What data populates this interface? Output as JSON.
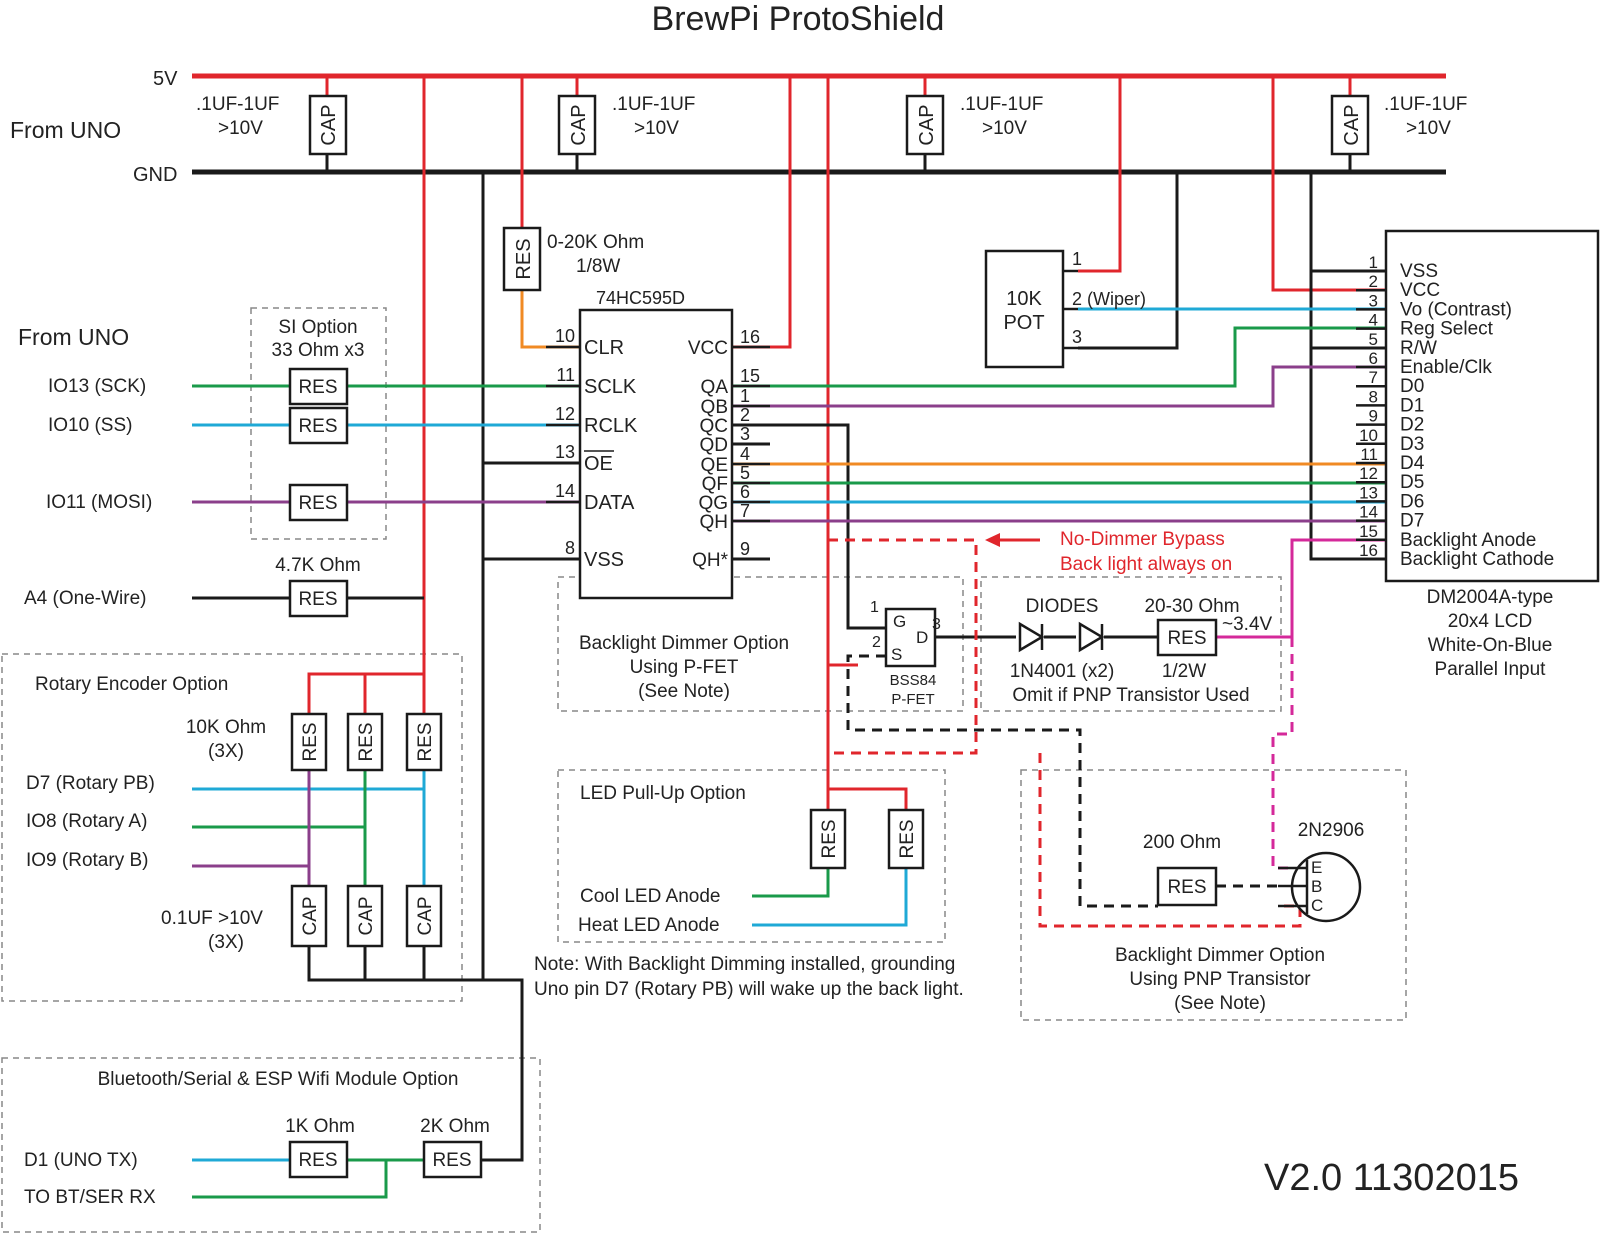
{
  "title": "BrewPi ProtoShield",
  "version": "V2.0 11302015",
  "colors": {
    "power": "#e0262c",
    "ground": "#1a1a1a",
    "blue": "#1fa9d6",
    "green": "#1a9a4a",
    "purple": "#8b3f8b",
    "orange": "#f08a24",
    "magenta": "#d4299a"
  },
  "rails": {
    "vcc_label": "5V",
    "gnd_label": "GND",
    "power_source": "From UNO",
    "cap_label": "CAP",
    "cap_value_line1": ".1UF-1UF",
    "cap_value_line2": ">10V"
  },
  "uno_inputs": {
    "heading": "From UNO",
    "io13": "IO13 (SCK)",
    "io10": "IO10 (SS)",
    "io11": "IO11 (MOSI)",
    "a4": "A4 (One-Wire)"
  },
  "si_option": {
    "title_line1": "SI Option",
    "title_line2": "33 Ohm x3",
    "res_label": "RES"
  },
  "onewire": {
    "res_value": "4.7K Ohm",
    "res_label": "RES"
  },
  "clr_resistor": {
    "label": "RES",
    "value_line1": "0-20K Ohm",
    "value_line2": "1/8W"
  },
  "shift_register": {
    "name": "74HC595D",
    "left_pins": [
      {
        "num": "10",
        "name": "CLR"
      },
      {
        "num": "11",
        "name": "SCLK"
      },
      {
        "num": "12",
        "name": "RCLK"
      },
      {
        "num": "13",
        "name": "OE"
      },
      {
        "num": "14",
        "name": "DATA"
      },
      {
        "num": "8",
        "name": "VSS"
      }
    ],
    "right_pins": [
      {
        "num": "16",
        "name": "VCC"
      },
      {
        "num": "15",
        "name": "QA"
      },
      {
        "num": "1",
        "name": "QB"
      },
      {
        "num": "2",
        "name": "QC"
      },
      {
        "num": "3",
        "name": "QD"
      },
      {
        "num": "4",
        "name": "QE"
      },
      {
        "num": "5",
        "name": "QF"
      },
      {
        "num": "6",
        "name": "QG"
      },
      {
        "num": "7",
        "name": "QH"
      },
      {
        "num": "9",
        "name": "QH*"
      }
    ]
  },
  "pot": {
    "line1": "10K",
    "line2": "POT",
    "pin1": "1",
    "pin2": "2 (Wiper)",
    "pin3": "3"
  },
  "lcd": {
    "pins": [
      {
        "num": "1",
        "name": "VSS"
      },
      {
        "num": "2",
        "name": "VCC"
      },
      {
        "num": "3",
        "name": "Vo (Contrast)"
      },
      {
        "num": "4",
        "name": "Reg Select"
      },
      {
        "num": "5",
        "name": "R/W"
      },
      {
        "num": "6",
        "name": "Enable/Clk"
      },
      {
        "num": "7",
        "name": "D0"
      },
      {
        "num": "8",
        "name": "D1"
      },
      {
        "num": "9",
        "name": "D2"
      },
      {
        "num": "10",
        "name": "D3"
      },
      {
        "num": "11",
        "name": "D4"
      },
      {
        "num": "12",
        "name": "D5"
      },
      {
        "num": "13",
        "name": "D6"
      },
      {
        "num": "14",
        "name": "D7"
      },
      {
        "num": "15",
        "name": "Backlight Anode"
      },
      {
        "num": "16",
        "name": "Backlight Cathode"
      }
    ],
    "desc_line1": "DM2004A-type",
    "desc_line2": "20x4 LCD",
    "desc_line3": "White-On-Blue",
    "desc_line4": "Parallel Input"
  },
  "bypass": {
    "line1": "No-Dimmer Bypass",
    "line2": "Back light always on"
  },
  "pfet_option": {
    "title_line1": "Backlight Dimmer Option",
    "title_line2": "Using P-FET",
    "title_line3": "(See Note)",
    "part_line1": "BSS84",
    "part_line2": "P-FET",
    "pin_g": "G",
    "pin_s": "S",
    "pin_d": "D",
    "num1": "1",
    "num2": "2",
    "num3": "3"
  },
  "diode_option": {
    "heading": "DIODES",
    "part": "1N4001 (x2)",
    "res_value": "20-30 Ohm",
    "res_label": "RES",
    "res_power": "1/2W",
    "voltage": "~3.4V",
    "note": "Omit if PNP Transistor Used"
  },
  "rotary": {
    "title": "Rotary Encoder Option",
    "res_value_line1": "10K Ohm",
    "res_value_line2": "(3X)",
    "res_label": "RES",
    "d7": "D7 (Rotary PB)",
    "io8": "IO8 (Rotary A)",
    "io9": "IO9 (Rotary B)",
    "cap_value_line1": "0.1UF >10V",
    "cap_value_line2": "(3X)",
    "cap_label": "CAP"
  },
  "led_option": {
    "title": "LED Pull-Up Option",
    "res_label": "RES",
    "cool": "Cool LED Anode",
    "heat": "Heat LED Anode"
  },
  "note": {
    "line1": "Note: With Backlight Dimming installed, grounding",
    "line2": "Uno pin D7 (Rotary PB) will wake up the back light."
  },
  "pnp_option": {
    "title_line1": "Backlight Dimmer Option",
    "title_line2": "Using PNP Transistor",
    "title_line3": "(See Note)",
    "res_value": "200 Ohm",
    "res_label": "RES",
    "part": "2N2906",
    "pin_e": "E",
    "pin_b": "B",
    "pin_c": "C"
  },
  "bt_option": {
    "title": "Bluetooth/Serial & ESP Wifi Module Option",
    "res1_value": "1K Ohm",
    "res2_value": "2K Ohm",
    "res_label": "RES",
    "tx": "D1 (UNO TX)",
    "rx": "TO BT/SER RX"
  }
}
